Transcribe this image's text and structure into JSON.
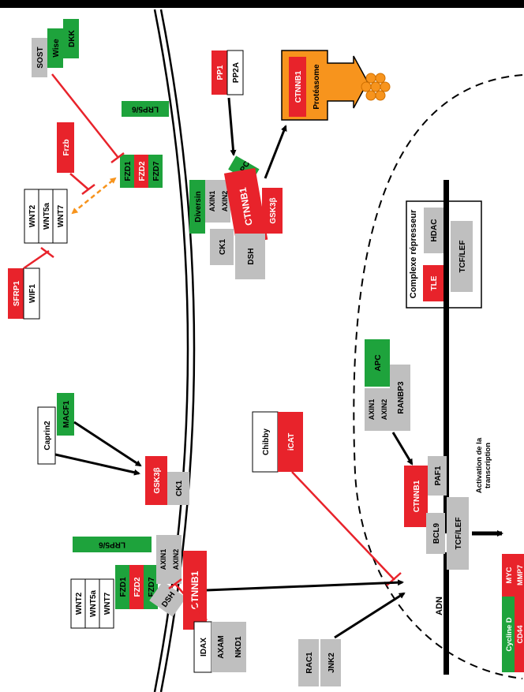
{
  "colors": {
    "red": "#e8232b",
    "green": "#1ea33c",
    "grey": "#bfbfbf",
    "white": "#ffffff",
    "orange": "#f7941d",
    "inhibition": "#e8232b",
    "activation": "#000000"
  },
  "inhibitors_top": {
    "sost": "SOST",
    "wise": "Wise",
    "dkk": "DKK",
    "frzb": "Frzb",
    "sfrp1": "SFRP1",
    "wif1": "WIF1"
  },
  "wnt_top": {
    "wnt2": "WNT2",
    "wnt5a": "WNT5a",
    "wnt7": "WNT7"
  },
  "receptor_top": {
    "fzd1": "FZD1",
    "fzd2": "FZD2",
    "fzd7": "FZD7",
    "lrp": "LRP5/6"
  },
  "destruction": {
    "pp1": "PP1",
    "pp2a": "PP2A",
    "apc": "APC",
    "diversin": "Diversin",
    "axin1": "AXIN1",
    "axin2": "AXIN2",
    "ctnnb1": "CTNNB1",
    "gsk3b": "GSK3β",
    "ck1": "CK1",
    "dsh": "DSH"
  },
  "proteasome": {
    "ctnnb1": "CTNNB1",
    "label": "Protéasome"
  },
  "repressor": {
    "title": "Complexe répresseur",
    "tle": "TLE",
    "hdac": "HDAC",
    "tcf_lef": "TCF/LEF"
  },
  "regulators_mid": {
    "caprin2": "Caprin2",
    "macf1": "MACF1",
    "chibby": "Chibby",
    "icat": "iCAT",
    "axin1": "AXIN1",
    "axin2": "AXIN2",
    "apc": "APC",
    "ranbp3": "RANBP3"
  },
  "signalosome": {
    "wnt2": "WNT2",
    "wnt5a": "WNT5a",
    "wnt7": "WNT7",
    "fzd1": "FZD1",
    "fzd2": "FZD2",
    "fzd7": "FZD7",
    "axin1": "AXIN1",
    "axin2": "AXIN2",
    "dsh": "DSH",
    "gsk3b": "GSK3β",
    "ck1": "CK1",
    "ctnnb1": "CTNNB1",
    "lrp": "LRP5/6"
  },
  "bottom_left": {
    "idax": "IDAX",
    "axam": "AXAM",
    "nkd1": "NKD1",
    "rac1": "RAC1",
    "jnk2": "JNK2"
  },
  "nucleus": {
    "ctnnb1": "CTNNB1",
    "paf1": "PAF1",
    "bcl9": "BCL9",
    "tcf_lef": "TCF/LEF",
    "adn": "ADN",
    "activation_line1": "Activation de la",
    "activation_line2": "transcription",
    "cycline_d": "Cycline D",
    "myc": "MYC",
    "cd44": "CD44",
    "mmp7": "MMP7"
  }
}
